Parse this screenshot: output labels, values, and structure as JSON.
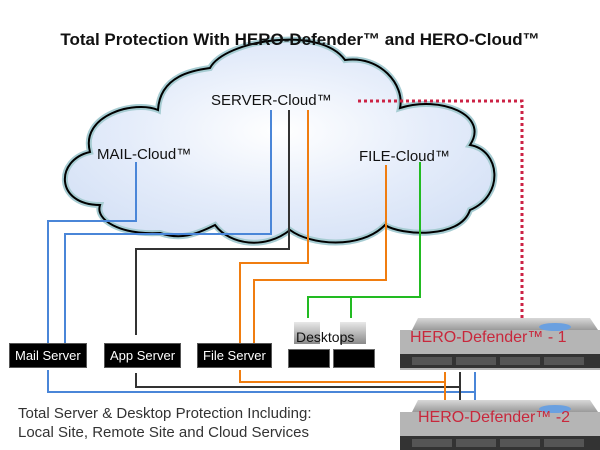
{
  "title": "Total Protection With HERO-Defender™ and  HERO-Cloud™",
  "clouds": {
    "server": "SERVER-Cloud™",
    "mail": "MAIL-Cloud™",
    "file": "FILE-Cloud™"
  },
  "servers": {
    "mail": "Mail Server",
    "app": "App Server",
    "file": "File Server"
  },
  "desktops": {
    "label": "Desktops"
  },
  "defenders": [
    {
      "label": "HERO-Defender™ - 1"
    },
    {
      "label": "HERO-Defender™ -2"
    }
  ],
  "caption": {
    "line1": "Total Server & Desktop Protection Including:",
    "line2": "Local Site, Remote Site and Cloud Services"
  },
  "colors": {
    "mail_link": "#4a86d8",
    "app_link": "#333333",
    "file_link": "#f07d10",
    "desktop_link": "#22bb22",
    "cloud_link": "#cc2244",
    "defender_text": "#c8283c"
  }
}
